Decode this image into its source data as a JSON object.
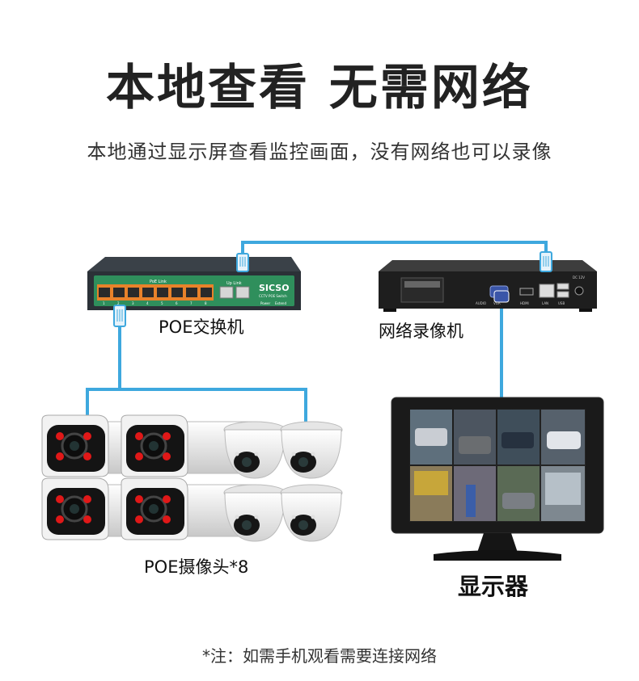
{
  "header": {
    "title": "本地查看  无需网络",
    "subtitle": "本地通过显示屏查看监控画面，没有网络也可以录像"
  },
  "devices": {
    "switch": {
      "label": "POE交换机",
      "brand": "SICSO",
      "model_text": "CCTV POE Switch",
      "poe_port_label": "PoE Link",
      "uplink_label": "Up Link",
      "power_label": "Power",
      "extend_label": "Extend",
      "port_numbers": [
        "1",
        "2",
        "3",
        "4",
        "5",
        "6",
        "7",
        "8"
      ],
      "body_color": "#2b3137",
      "panel_color": "#2f8f5c",
      "port_color": "#e8822a"
    },
    "nvr": {
      "label": "网络录像机",
      "port_labels": [
        "AUDIO",
        "VGA",
        "HDMI",
        "LAN",
        "USB",
        "DC 12V"
      ]
    },
    "cameras": {
      "label": "POE摄像头*8",
      "bullet_count": 4,
      "dome_count": 4
    },
    "monitor": {
      "label": "显示器"
    }
  },
  "cable_color": "#3ea8de",
  "footnote": "*注：如需手机观看需要连接网络"
}
